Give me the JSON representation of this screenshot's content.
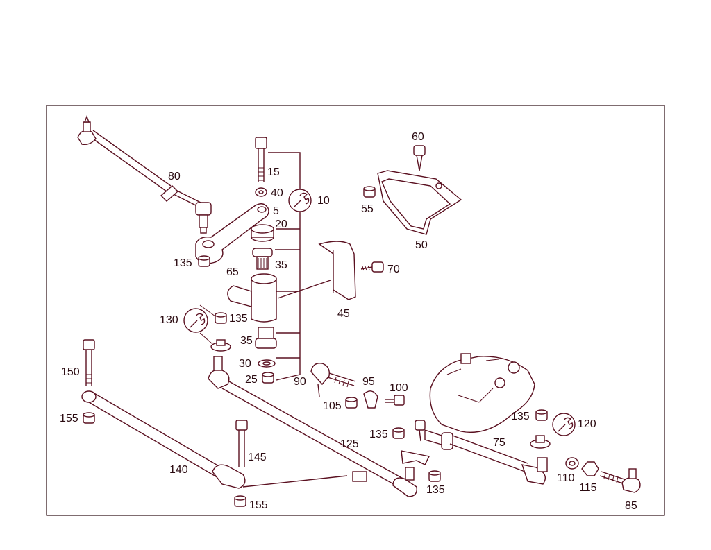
{
  "diagram": {
    "line_color": "#5a1020",
    "text_color": "#2a0a10",
    "callouts": [
      {
        "id": "c15",
        "text": "15"
      },
      {
        "id": "c40",
        "text": "40"
      },
      {
        "id": "c5",
        "text": "5"
      },
      {
        "id": "c10",
        "text": "10"
      },
      {
        "id": "c20",
        "text": "20"
      },
      {
        "id": "c35a",
        "text": "35"
      },
      {
        "id": "c65",
        "text": "65"
      },
      {
        "id": "c135a",
        "text": "135"
      },
      {
        "id": "c80",
        "text": "80"
      },
      {
        "id": "c60",
        "text": "60"
      },
      {
        "id": "c55",
        "text": "55"
      },
      {
        "id": "c50",
        "text": "50"
      },
      {
        "id": "c70",
        "text": "70"
      },
      {
        "id": "c45",
        "text": "45"
      },
      {
        "id": "c130",
        "text": "130"
      },
      {
        "id": "c135b",
        "text": "135"
      },
      {
        "id": "c35b",
        "text": "35"
      },
      {
        "id": "c30",
        "text": "30"
      },
      {
        "id": "c25",
        "text": "25"
      },
      {
        "id": "c90",
        "text": "90"
      },
      {
        "id": "c95",
        "text": "95"
      },
      {
        "id": "c100",
        "text": "100"
      },
      {
        "id": "c105",
        "text": "105"
      },
      {
        "id": "c150",
        "text": "150"
      },
      {
        "id": "c155a",
        "text": "155"
      },
      {
        "id": "c145",
        "text": "145"
      },
      {
        "id": "c140",
        "text": "140"
      },
      {
        "id": "c155b",
        "text": "155"
      },
      {
        "id": "c125",
        "text": "125"
      },
      {
        "id": "c135c",
        "text": "135"
      },
      {
        "id": "c135d",
        "text": "135"
      },
      {
        "id": "c135e",
        "text": "135"
      },
      {
        "id": "c120",
        "text": "120"
      },
      {
        "id": "c75",
        "text": "75"
      },
      {
        "id": "c110",
        "text": "110"
      },
      {
        "id": "c115",
        "text": "115"
      },
      {
        "id": "c85",
        "text": "85"
      }
    ]
  }
}
